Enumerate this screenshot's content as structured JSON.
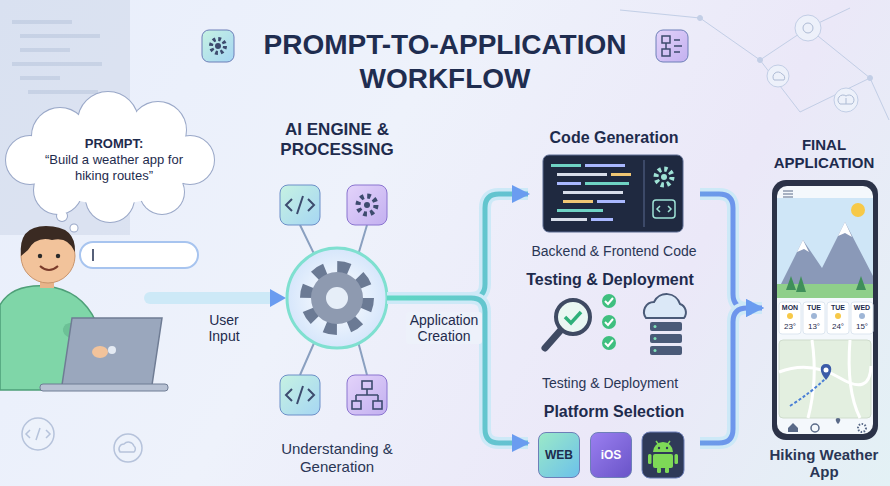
{
  "diagram": {
    "title": "PROMPT-TO-APPLICATION WORKFLOW",
    "nodes": [
      {
        "text": [
          "PROMPT:",
          "“Build a weather app for hiking routes”"
        ]
      },
      {
        "text": [
          "AI ENGINE & PROCESSING",
          "Understanding & Generation"
        ]
      },
      {
        "text": [
          "Code Generation",
          "Backend & Frontend Code"
        ]
      },
      {
        "text": [
          "Testing & Deployment",
          "Testing & Deployment"
        ]
      },
      {
        "text": [
          "Platform Selection"
        ]
      },
      {
        "text": [
          "WEB"
        ],
        "in": 4
      },
      {
        "text": [
          "iOS"
        ],
        "in": 4
      },
      {
        "text": [
          "FINAL APPLICATION",
          "Hiking Weather App"
        ]
      }
    ],
    "edges": [
      {
        "from": 1,
        "to": 2,
        "arrow": "to",
        "label": "Application Creation"
      },
      {
        "from": 1,
        "to": 4,
        "arrow": "to"
      },
      {
        "from": 2,
        "to": 7,
        "arrow": "to"
      },
      {
        "from": 4,
        "to": 7,
        "arrow": "to"
      }
    ],
    "labels": [
      "User Input",
      "MON",
      "TUE",
      "TUE",
      "WED",
      "23°",
      "13°",
      "24°",
      "15°"
    ]
  }
}
